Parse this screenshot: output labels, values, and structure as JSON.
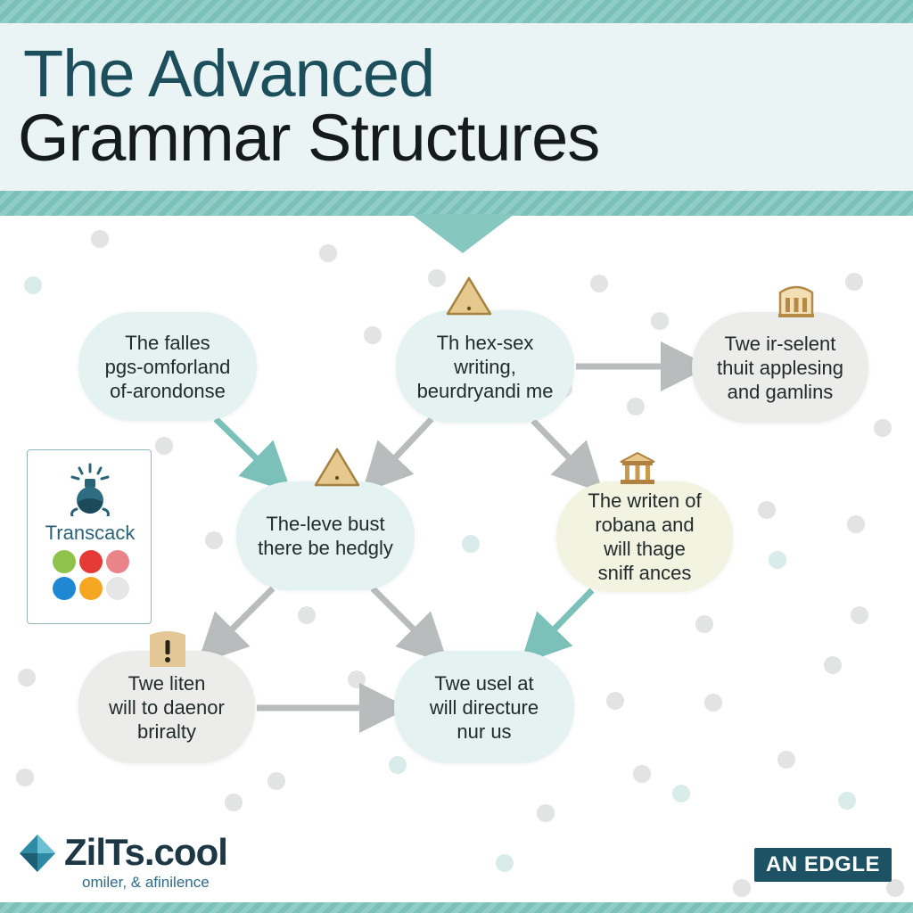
{
  "header": {
    "title_line_1": "The Advanced",
    "title_line_2": "Grammar Structures"
  },
  "nodes": [
    {
      "id": "n1",
      "text": "The falles\npgs-omforland\nof-arondonse"
    },
    {
      "id": "n2",
      "text": "Th hex-sex\nwriting,\nbeurdryandi me"
    },
    {
      "id": "n3",
      "text": "Twe ir-selent\nthuit applesing\nand gamlins"
    },
    {
      "id": "n4",
      "text": "The-leve bust\nthere be hedgly"
    },
    {
      "id": "n5",
      "text": "The writen of\nrobana and\nwill thage\nsniff ances"
    },
    {
      "id": "n6",
      "text": "Twe liten\nwill to daenor\nbriralty"
    },
    {
      "id": "n7",
      "text": "Twe usel at\nwill directure\nnur us"
    }
  ],
  "edges": [
    {
      "from": "n1",
      "to": "n4",
      "color": "teal"
    },
    {
      "from": "n2",
      "to": "n4",
      "color": "grey"
    },
    {
      "from": "n2",
      "to": "n3",
      "color": "grey"
    },
    {
      "from": "n2",
      "to": "n5",
      "color": "grey"
    },
    {
      "from": "n4",
      "to": "n6",
      "color": "grey"
    },
    {
      "from": "n4",
      "to": "n7",
      "color": "grey"
    },
    {
      "from": "n6",
      "to": "n7",
      "color": "grey"
    },
    {
      "from": "n5",
      "to": "n7",
      "color": "teal"
    }
  ],
  "legend": {
    "label": "Transcack",
    "swatches": [
      "#8fc24a",
      "#e53935",
      "#e9848a",
      "#1e88d4",
      "#f5a623",
      "#e6e6e6"
    ]
  },
  "brand": {
    "name": "ZilTs.cool",
    "tagline": "omiler, & afinilence"
  },
  "badge": {
    "label": "AN EDGLE"
  },
  "colors": {
    "teal": "#7bc1b9",
    "grey_arrow": "#b8bcbc",
    "dark_teal": "#1d5265",
    "title_teal": "#1c4e5c"
  }
}
